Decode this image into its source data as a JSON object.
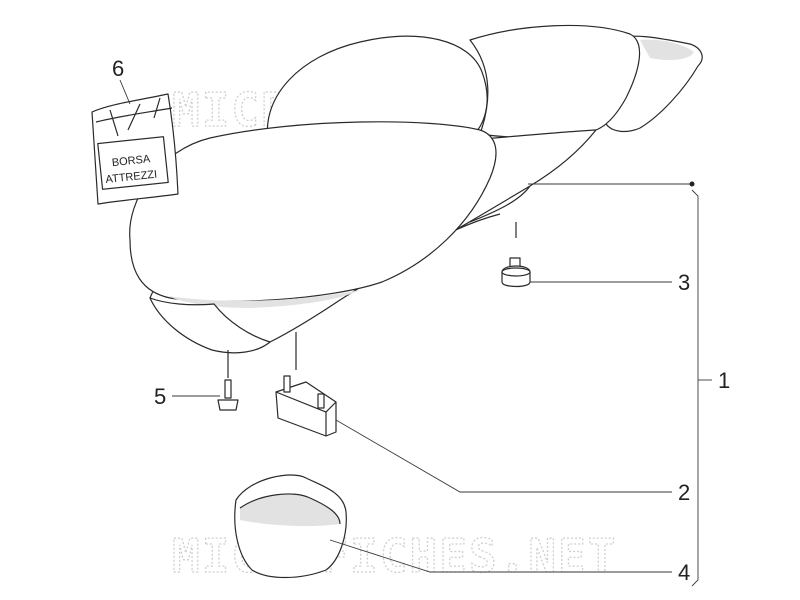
{
  "watermark": "MICROFICHES.NET",
  "tool_bag": {
    "line1": "BORSA",
    "line2": "ATTREZZI"
  },
  "callouts": [
    "1",
    "2",
    "3",
    "4",
    "5",
    "6"
  ]
}
